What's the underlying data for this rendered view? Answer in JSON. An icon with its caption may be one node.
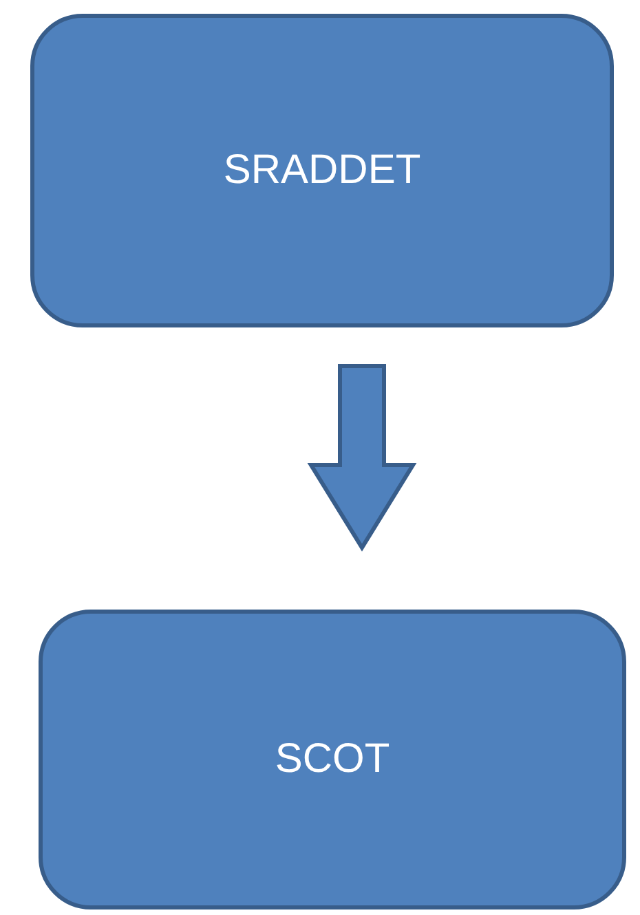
{
  "diagram": {
    "nodes": [
      {
        "text": [
          "SRADDET"
        ]
      },
      {
        "text": [
          "SCOT"
        ]
      }
    ],
    "edges": [
      {
        "from": 0,
        "to": 1,
        "arrow": "to"
      }
    ]
  }
}
